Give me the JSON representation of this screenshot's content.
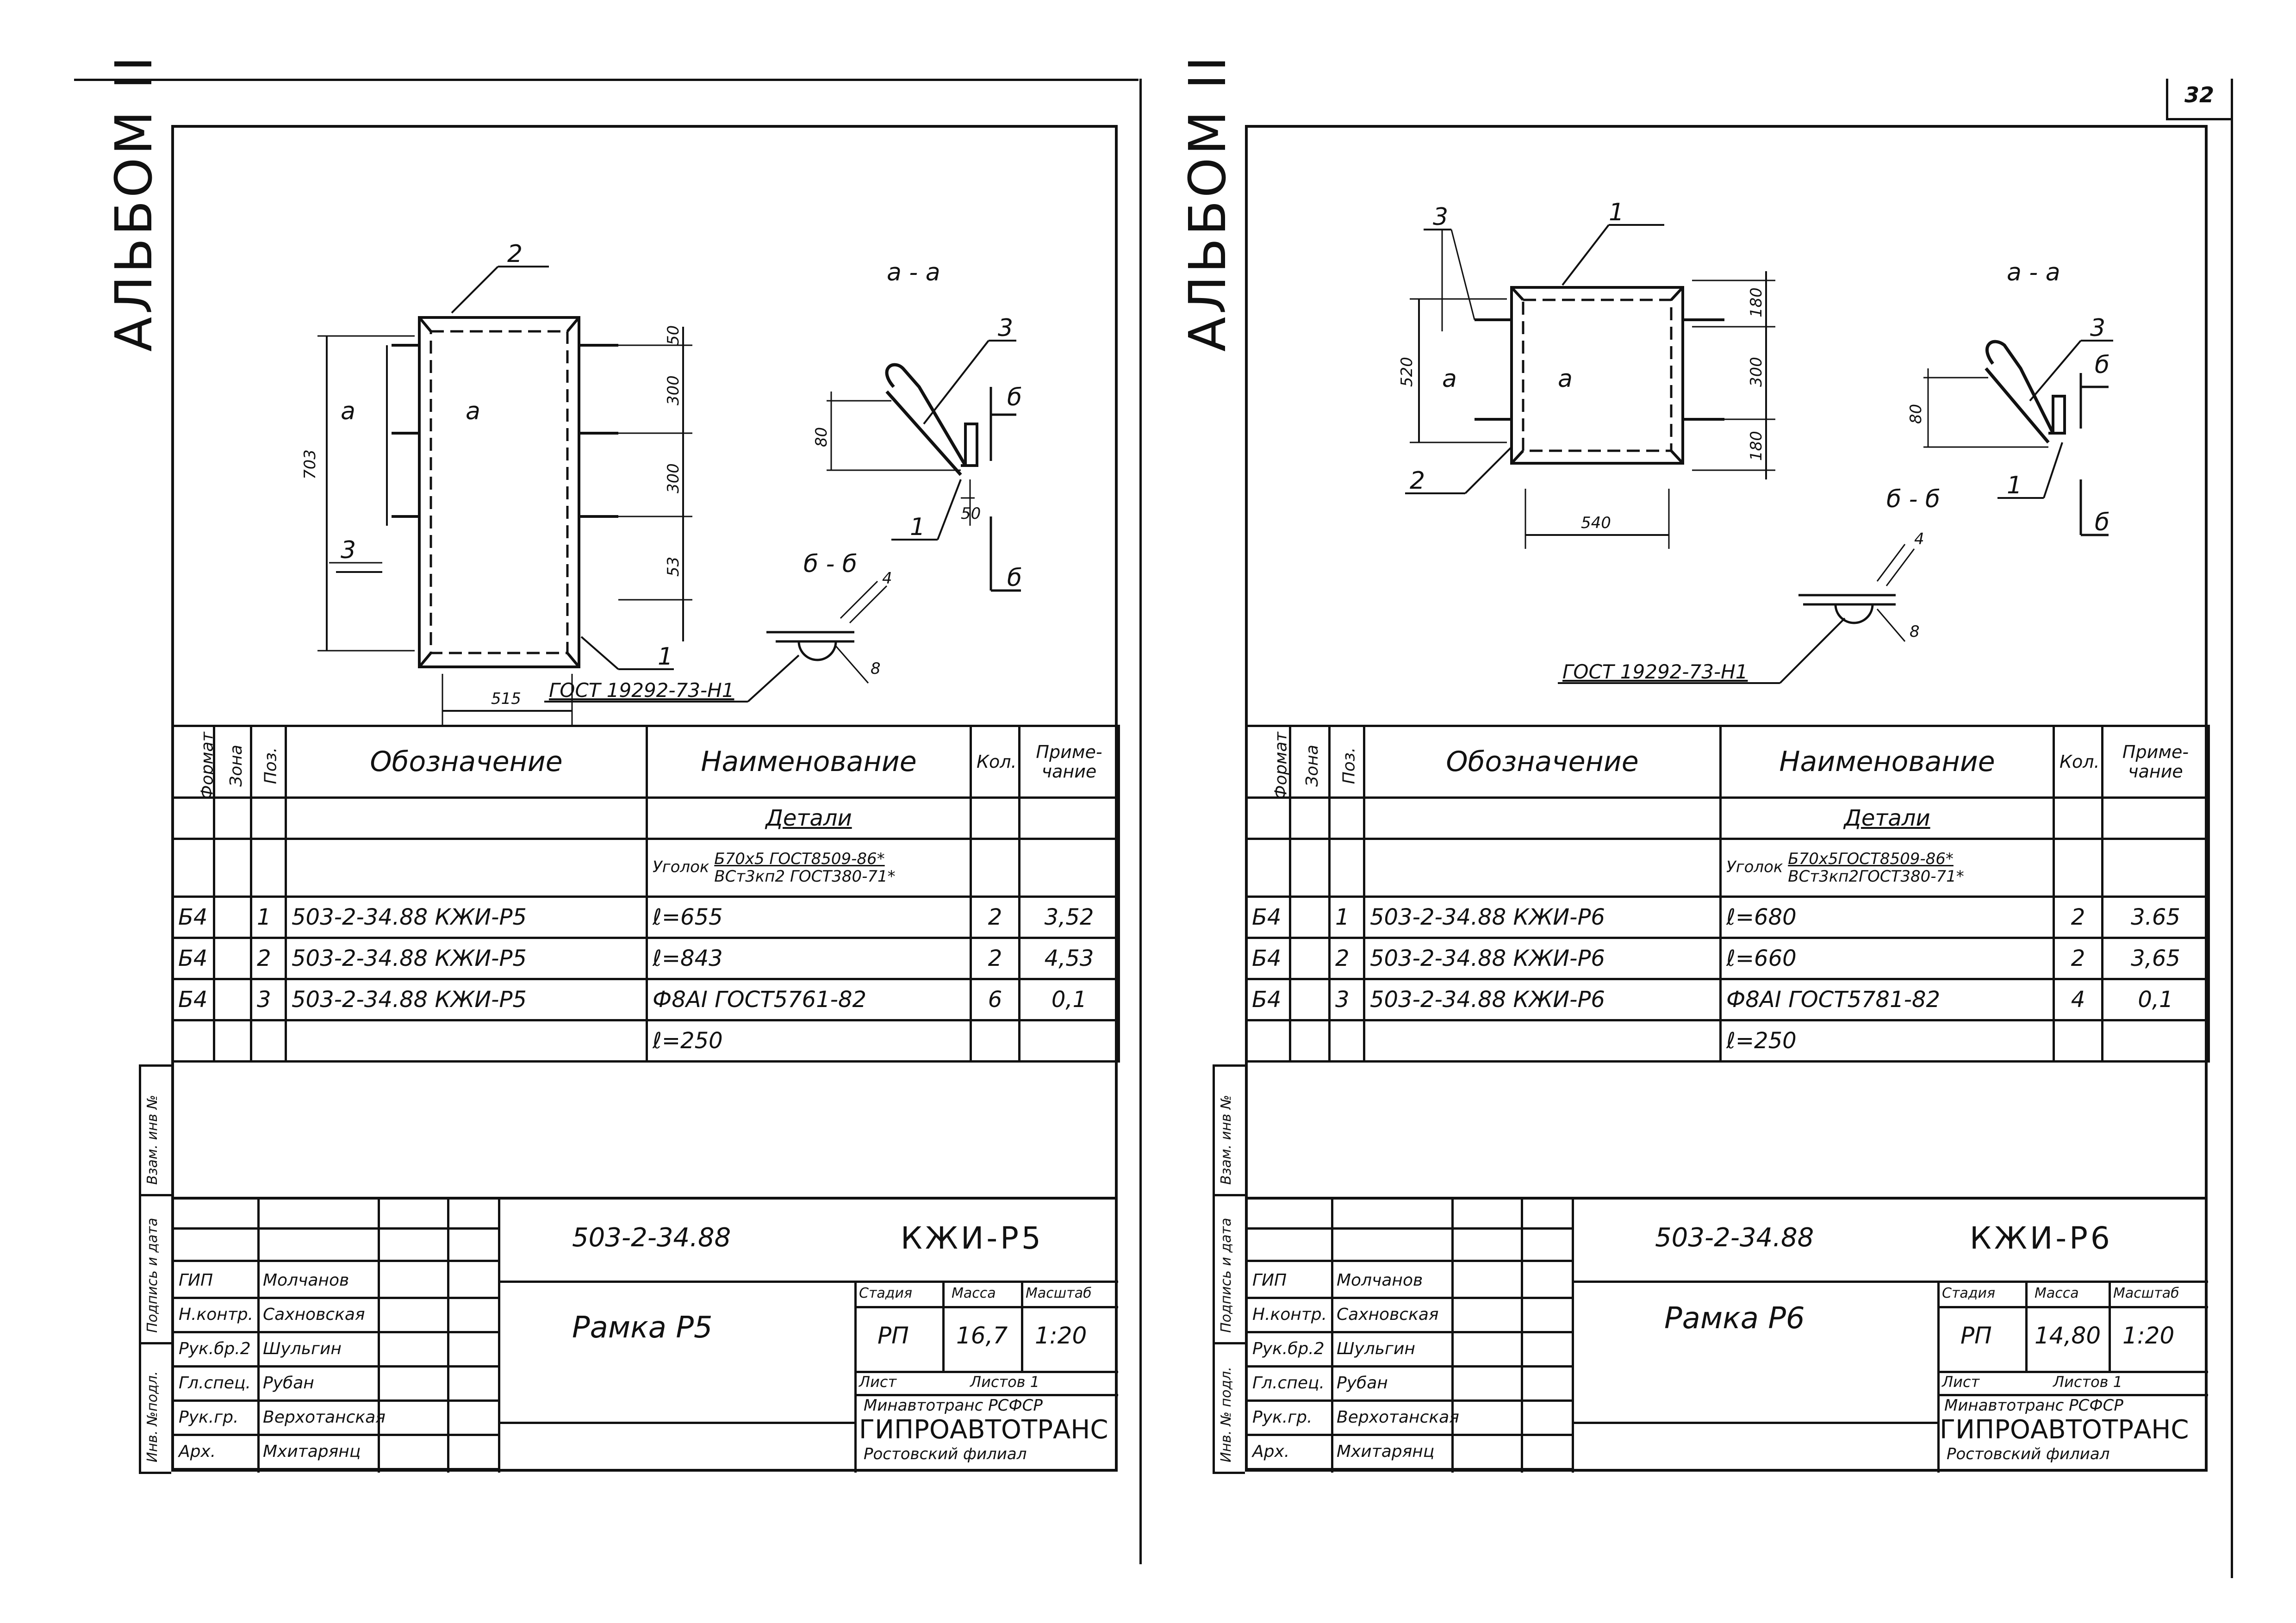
{
  "page_number": "32",
  "left": {
    "album": "АЛЬБОМ II",
    "side": {
      "inv": "Инв. №подл.",
      "sign": "Подпись и дата",
      "vzam": "Взам. инв №"
    },
    "drawing": {
      "section_a": "а - а",
      "section_b": "б - б",
      "mark_a1": "а",
      "mark_a2": "а",
      "pos1": "1",
      "pos2": "2",
      "pos3": "3",
      "dim_height": "703",
      "dim_top": "50",
      "dim_mid1": "300",
      "dim_mid2": "300",
      "dim_bot": "53",
      "dim_width": "515",
      "dim_80": "80",
      "dim_50": "50",
      "dim_4": "4",
      "dim_8": "8",
      "b1": "б",
      "b2": "б",
      "weld": "ГОСТ 19292-73-Н1"
    },
    "spec": {
      "headers": {
        "format": "Формат",
        "zone": "Зона",
        "pos": "Поз.",
        "designation": "Обозначение",
        "name": "Наименование",
        "qty": "Кол.",
        "note": "Приме-чание"
      },
      "section": "Детали",
      "ugolok": "Уголок",
      "ugolok_top": "Б70х5 ГОСТ8509-86*",
      "ugolok_bot": "ВСт3кп2 ГОСТ380-71*",
      "rows": [
        {
          "format": "Б4",
          "pos": "1",
          "designation": "503-2-34.88 КЖИ-Р5",
          "name": "ℓ=655",
          "qty": "2",
          "note": "3,52"
        },
        {
          "format": "Б4",
          "pos": "2",
          "designation": "503-2-34.88 КЖИ-Р5",
          "name": "ℓ=843",
          "qty": "2",
          "note": "4,53"
        },
        {
          "format": "Б4",
          "pos": "3",
          "designation": "503-2-34.88 КЖИ-Р5",
          "name": "Ф8АI ГОСТ5761-82",
          "qty": "6",
          "note": "0,1"
        },
        {
          "format": "",
          "pos": "",
          "designation": "",
          "name": "ℓ=250",
          "qty": "",
          "note": ""
        }
      ]
    },
    "titleblock": {
      "code": "503-2-34.88",
      "mark": "КЖИ-Р5",
      "title": "Рамка Р5",
      "stage_label": "Стадия",
      "mass_label": "Масса",
      "scale_label": "Масштаб",
      "stage": "РП",
      "mass": "16,7",
      "scale": "1:20",
      "sheet_label": "Лист",
      "sheets_label": "Листов 1",
      "org1": "Минавтотранс РСФСР",
      "org2": "ГИПРОАВТОТРАНС",
      "org3": "Ростовский филиал",
      "roles": [
        "ГИП",
        "Н.контр.",
        "Рук.бр.2",
        "Гл.спец.",
        "Рук.гр.",
        "Арх."
      ],
      "names": [
        "Молчанов",
        "Сахновская",
        "Шульгин",
        "Рубан",
        "Верхотанская",
        "Мхитарянц"
      ]
    }
  },
  "right": {
    "album": "АЛЬБОМ II",
    "side": {
      "inv": "Инв. № подл.",
      "sign": "Подпись и дата",
      "vzam": "Взам. инв №"
    },
    "drawing": {
      "section_a": "а - а",
      "section_b": "б - б",
      "mark_a1": "а",
      "mark_a2": "а",
      "pos1": "1",
      "pos2": "2",
      "pos3": "3",
      "dim_height": "520",
      "dim_top": "180",
      "dim_mid": "300",
      "dim_bot": "180",
      "dim_width": "540",
      "dim_80": "80",
      "dim_4": "4",
      "dim_8": "8",
      "b1": "б",
      "b2": "б",
      "weld": "ГОСТ 19292-73-Н1"
    },
    "spec": {
      "headers": {
        "format": "Формат",
        "zone": "Зона",
        "pos": "Поз.",
        "designation": "Обозначение",
        "name": "Наименование",
        "qty": "Кол.",
        "note": "Приме-чание"
      },
      "section": "Детали",
      "ugolok": "Уголок",
      "ugolok_top": "Б70х5ГОСТ8509-86*",
      "ugolok_bot": "ВСт3кп2ГОСТ380-71*",
      "rows": [
        {
          "format": "Б4",
          "pos": "1",
          "designation": "503-2-34.88 КЖИ-Р6",
          "name": "ℓ=680",
          "qty": "2",
          "note": "3.65"
        },
        {
          "format": "Б4",
          "pos": "2",
          "designation": "503-2-34.88 КЖИ-Р6",
          "name": "ℓ=660",
          "qty": "2",
          "note": "3,65"
        },
        {
          "format": "Б4",
          "pos": "3",
          "designation": "503-2-34.88 КЖИ-Р6",
          "name": "Ф8АI ГОСТ5781-82",
          "qty": "4",
          "note": "0,1"
        },
        {
          "format": "",
          "pos": "",
          "designation": "",
          "name": "ℓ=250",
          "qty": "",
          "note": ""
        }
      ]
    },
    "titleblock": {
      "code": "503-2-34.88",
      "mark": "КЖИ-Р6",
      "title": "Рамка Р6",
      "stage_label": "Стадия",
      "mass_label": "Масса",
      "scale_label": "Масштаб",
      "stage": "РП",
      "mass": "14,80",
      "scale": "1:20",
      "sheet_label": "Лист",
      "sheets_label": "Листов 1",
      "org1": "Минавтотранс РСФСР",
      "org2": "ГИПРОАВТОТРАНС",
      "org3": "Ростовский филиал",
      "roles": [
        "ГИП",
        "Н.контр.",
        "Рук.бр.2",
        "Гл.спец.",
        "Рук.гр.",
        "Арх."
      ],
      "names": [
        "Молчанов",
        "Сахновская",
        "Шульгин",
        "Рубан",
        "Верхотанская",
        "Мхитарянц"
      ]
    }
  }
}
